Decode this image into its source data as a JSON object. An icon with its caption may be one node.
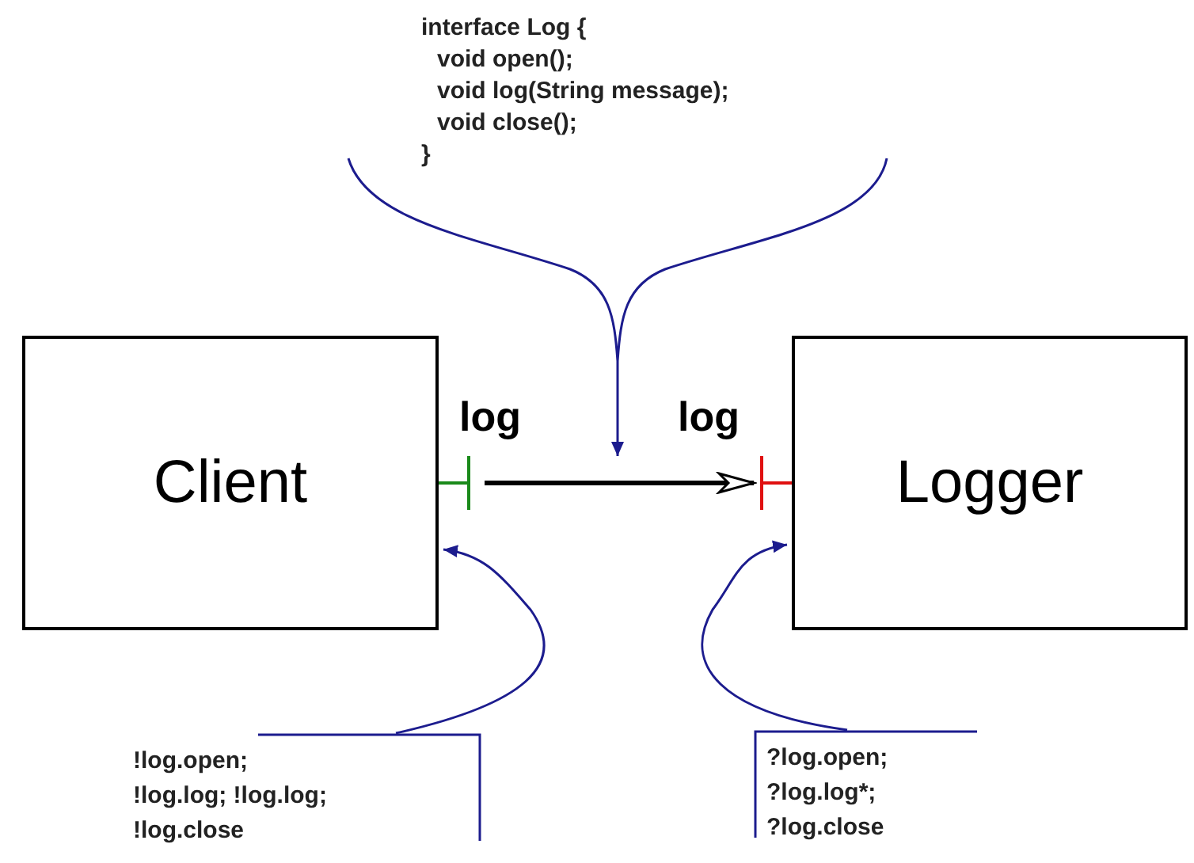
{
  "diagram": {
    "nodes": [
      {
        "text": [
          "Client"
        ]
      },
      {
        "text": [
          "Logger"
        ]
      },
      {
        "text": [
          "interface Log {",
          "void open();",
          "void log(String message);",
          "void close();",
          "}"
        ]
      },
      {
        "text": [
          "log"
        ]
      },
      {
        "text": [
          "log"
        ]
      },
      {
        "text": [
          "!log.open;",
          "!log.log; !log.log;",
          "!log.close"
        ]
      },
      {
        "text": [
          "?log.open;",
          "?log.log*;",
          "?log.close"
        ]
      }
    ],
    "edges": [
      {
        "from": 3,
        "to": 4,
        "arrow": "to",
        "style": "thick",
        "color": "#000000"
      },
      {
        "from": 2,
        "to": null,
        "arrow": "to"
      },
      {
        "from": 5,
        "to": 0,
        "arrow": "to"
      },
      {
        "from": 6,
        "to": 1,
        "arrow": "to"
      }
    ]
  }
}
